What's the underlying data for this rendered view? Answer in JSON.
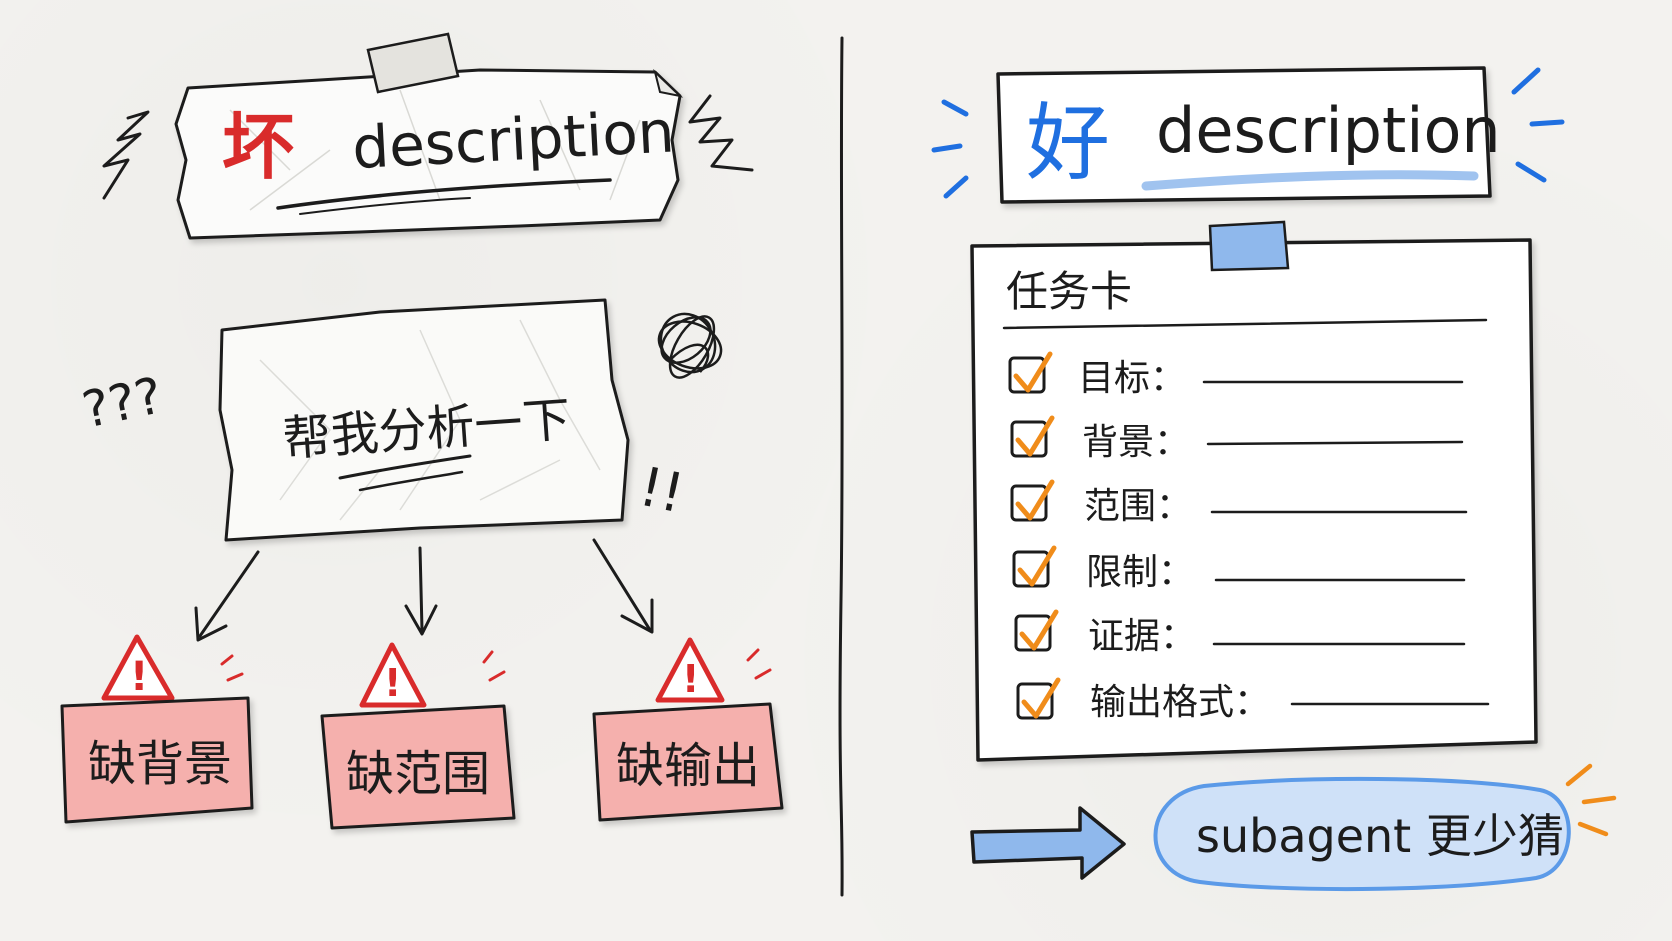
{
  "colors": {
    "bad": "#d92b2b",
    "good": "#1f6fe0",
    "ink": "#1c1c1c",
    "warning_fill": "#f5b0ad",
    "check": "#f08c1a",
    "tape_good": "#8fb8ec",
    "pill_fill": "#cfe1f8"
  },
  "bad": {
    "title_char": "坏",
    "title_word": "description",
    "prompt": "帮我分析一下",
    "question_marks": "???",
    "exclaims": "!!",
    "problems": [
      {
        "label": "缺背景",
        "warn_symbol": "!"
      },
      {
        "label": "缺范围",
        "warn_symbol": "!"
      },
      {
        "label": "缺输出",
        "warn_symbol": "!"
      }
    ]
  },
  "good": {
    "title_char": "好",
    "title_word": "description",
    "card_title": "任务卡",
    "fields": [
      {
        "label": "目标："
      },
      {
        "label": "背景："
      },
      {
        "label": "范围："
      },
      {
        "label": "限制："
      },
      {
        "label": "证据："
      },
      {
        "label": "输出格式："
      }
    ],
    "result": "subagent 更少猜"
  }
}
